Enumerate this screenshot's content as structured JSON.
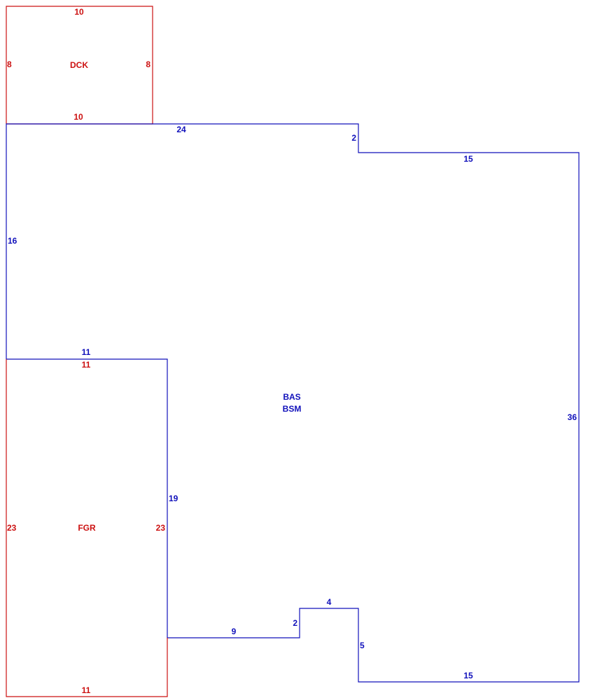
{
  "colors": {
    "dck": "#cc1111",
    "bas": "#1111bb",
    "fgr": "#cc1111"
  },
  "areas": {
    "dck": {
      "label": "DCK",
      "dims": {
        "top": "10",
        "left": "8",
        "right": "8",
        "bottom": "10"
      }
    },
    "bas": {
      "labels": [
        "BAS",
        "BSM"
      ],
      "dims": {
        "top": "24",
        "step_top": "2",
        "top_right": "15",
        "right": "36",
        "bottom_right": "15",
        "notch_right": "5",
        "notch_top": "4",
        "notch_left": "2",
        "bottom_mid": "9",
        "garage_side": "19",
        "garage_top": "11",
        "left": "16"
      }
    },
    "fgr": {
      "label": "FGR",
      "dims": {
        "top": "11",
        "left": "23",
        "right": "23",
        "bottom": "11"
      }
    }
  }
}
